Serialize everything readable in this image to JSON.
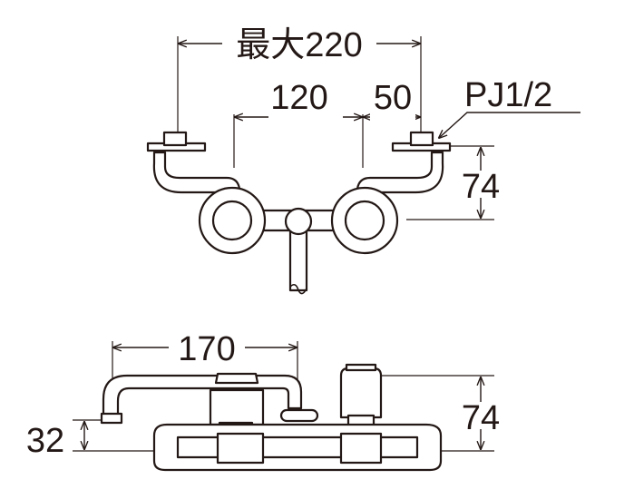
{
  "top_view": {
    "max_width_label": "最大220",
    "center_spacing_label": "120",
    "offset_label": "50",
    "thread_label": "PJ1/2",
    "height_label": "74"
  },
  "front_view": {
    "spout_reach_label": "170",
    "height_label": "74",
    "spout_height_label": "32"
  }
}
